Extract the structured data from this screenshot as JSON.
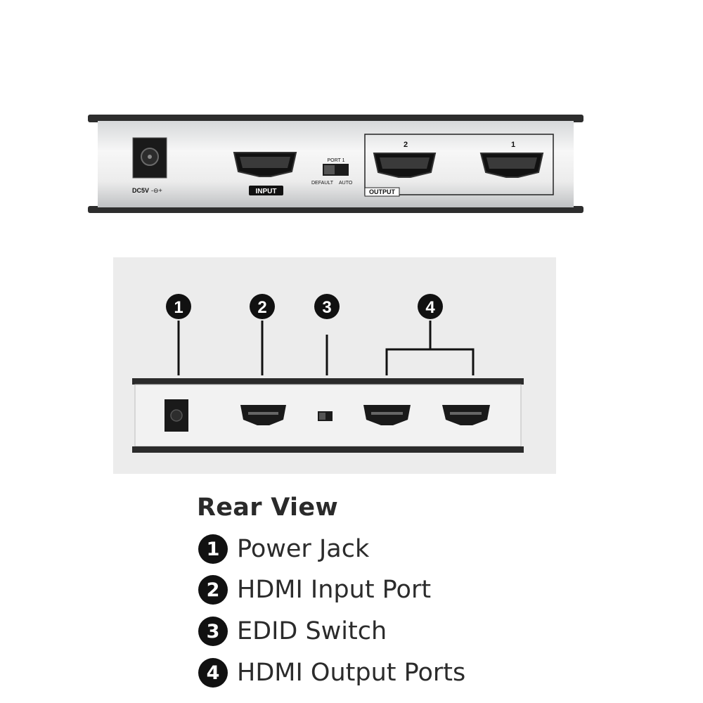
{
  "device": {
    "dc_label": "DC5V",
    "input_label": "INPUT",
    "switch_port_label": "PORT 1",
    "switch_default_label": "DEFAULT",
    "switch_auto_label": "AUTO",
    "output_label": "OUTPUT",
    "output_2_number": "2",
    "output_1_number": "1"
  },
  "diagram": {
    "callouts": [
      "1",
      "2",
      "3",
      "4"
    ]
  },
  "legend": {
    "title": "Rear View",
    "items": [
      {
        "number": "1",
        "label": "Power Jack"
      },
      {
        "number": "2",
        "label": "HDMI Input Port"
      },
      {
        "number": "3",
        "label": "EDID Switch"
      },
      {
        "number": "4",
        "label": "HDMI Output Ports"
      }
    ]
  }
}
